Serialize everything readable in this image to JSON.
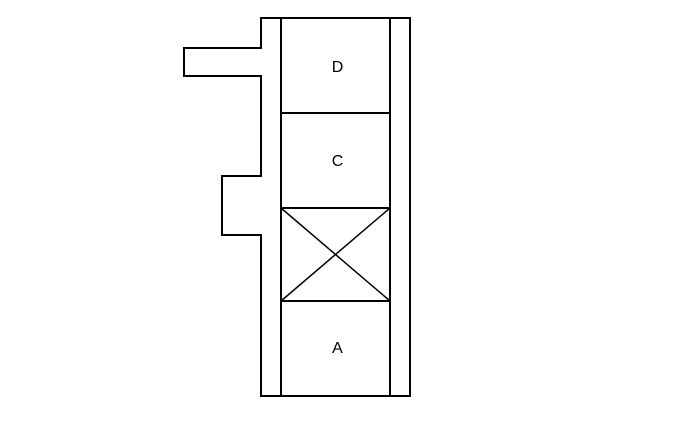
{
  "diagram": {
    "blocks": [
      {
        "id": "D",
        "label": "D"
      },
      {
        "id": "C",
        "label": "C"
      },
      {
        "id": "B",
        "label": ""
      },
      {
        "id": "A",
        "label": "A"
      }
    ],
    "colors": {
      "stroke": "#000000",
      "background": "#ffffff"
    }
  }
}
